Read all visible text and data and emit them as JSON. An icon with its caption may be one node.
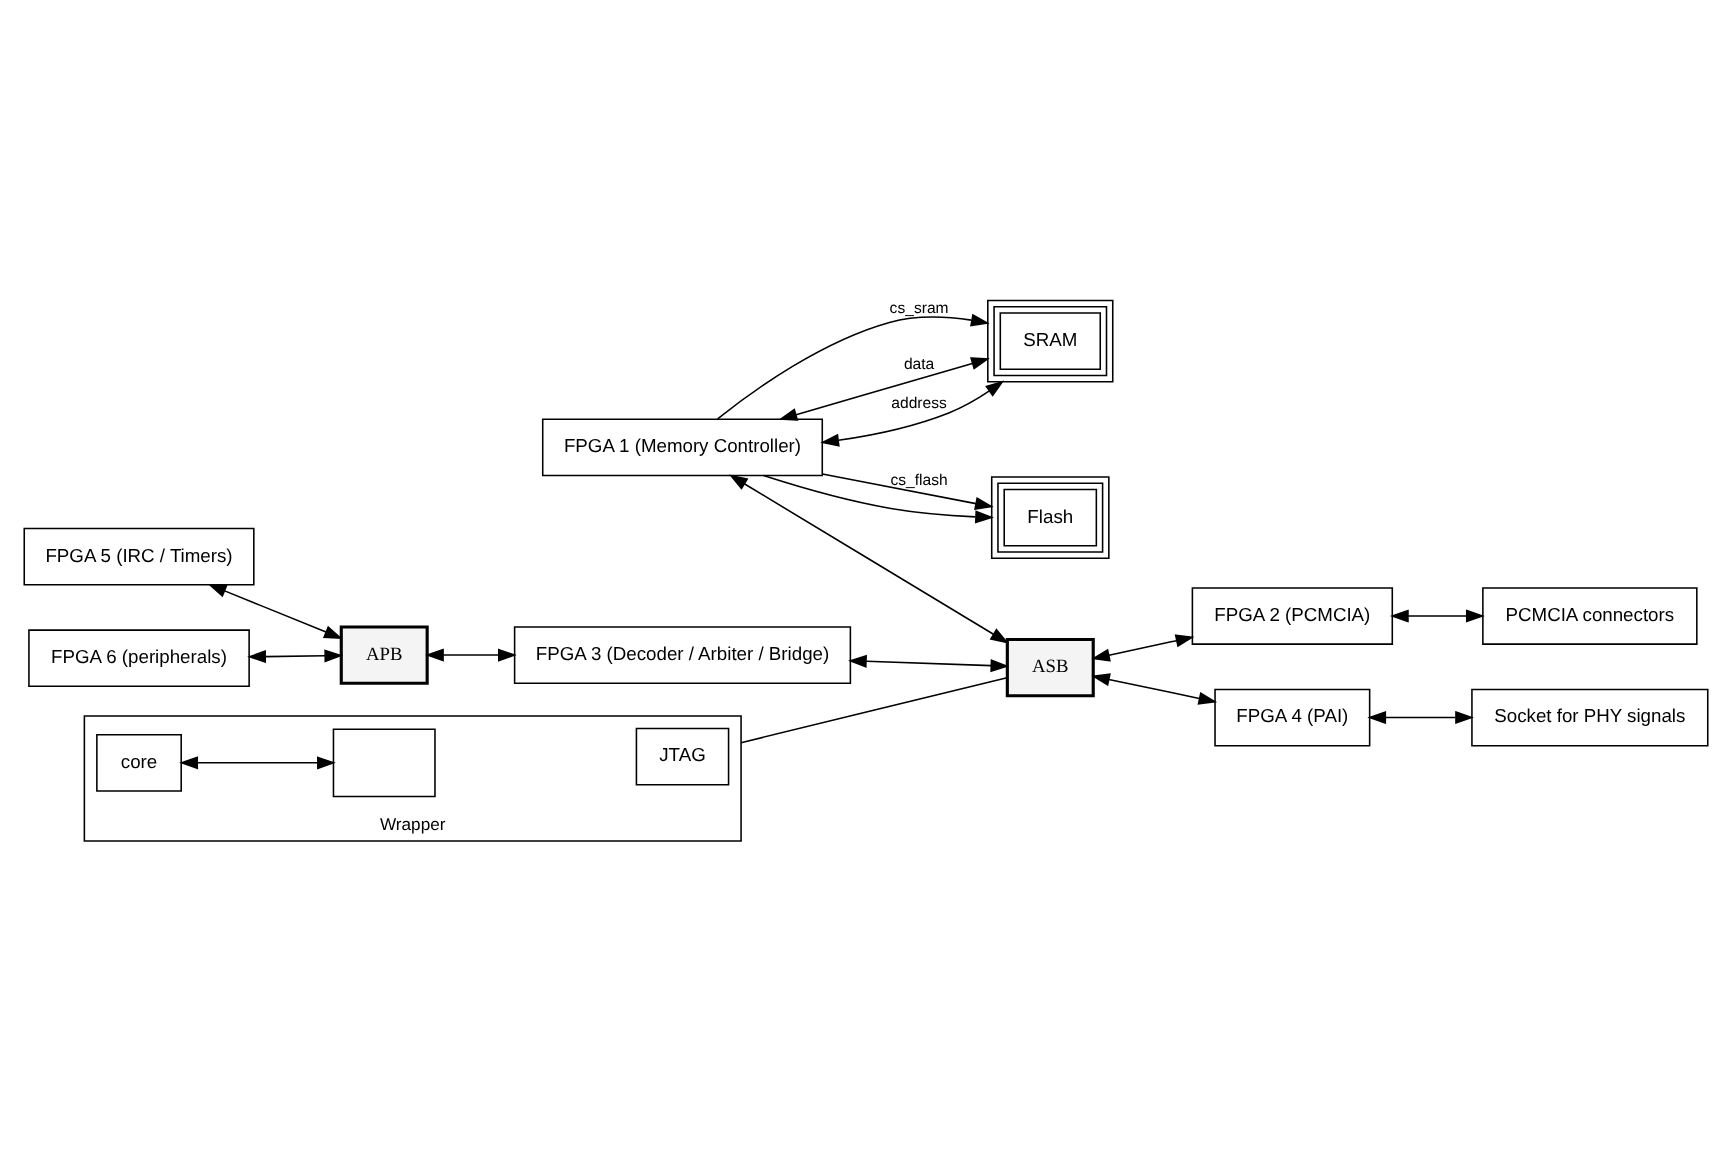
{
  "diagram": {
    "nodes": [
      {
        "text": [
          "Wrapper"
        ]
      },
      {
        "text": [
          "JTAG"
        ],
        "in": 0
      },
      {
        "text": [
          "core"
        ],
        "in": 0
      },
      {
        "text": [],
        "shape": "box",
        "in": 0
      },
      {
        "text": [
          "SRAM"
        ]
      },
      {
        "text": [
          "Flash"
        ]
      },
      {
        "text": [
          "FPGA 1 (Memory Controller)"
        ]
      },
      {
        "text": [
          "FPGA 2 (PCMCIA)"
        ]
      },
      {
        "text": [
          "PCMCIA connectors"
        ]
      },
      {
        "text": [
          "ASB"
        ]
      },
      {
        "text": [
          "FPGA 5 (IRC / Timers)"
        ]
      },
      {
        "text": [
          "FPGA 6 (peripherals)"
        ]
      },
      {
        "text": [
          "FPGA 3 (Decoder / Arbiter / Bridge)"
        ]
      },
      {
        "text": [
          "FPGA 4 (PAI)"
        ]
      },
      {
        "text": [
          "Socket for PHY signals"
        ]
      },
      {
        "text": [
          "APB"
        ]
      }
    ],
    "edges": [
      {
        "from": 2,
        "to": 3,
        "arrow": "both"
      },
      {
        "from": 0,
        "to": 9,
        "arrow": "none"
      },
      {
        "from": 6,
        "to": 4,
        "arrow": "to",
        "label": "cs_sram"
      },
      {
        "from": 6,
        "to": 4,
        "arrow": "both",
        "label": "data"
      },
      {
        "from": 6,
        "to": 4,
        "arrow": "both",
        "label": "address"
      },
      {
        "from": 6,
        "to": 5,
        "arrow": "to",
        "label": "cs_flash"
      },
      {
        "from": 6,
        "to": 5,
        "arrow": "to"
      },
      {
        "from": 6,
        "to": 9,
        "arrow": "both"
      },
      {
        "from": 9,
        "to": 7,
        "arrow": "both"
      },
      {
        "from": 7,
        "to": 8,
        "arrow": "both"
      },
      {
        "from": 12,
        "to": 9,
        "arrow": "both"
      },
      {
        "from": 9,
        "to": 13,
        "arrow": "both"
      },
      {
        "from": 13,
        "to": 14,
        "arrow": "both"
      },
      {
        "from": 10,
        "to": 15,
        "arrow": "both"
      },
      {
        "from": 11,
        "to": 15,
        "arrow": "both"
      },
      {
        "from": 15,
        "to": 12,
        "arrow": "both"
      }
    ]
  }
}
